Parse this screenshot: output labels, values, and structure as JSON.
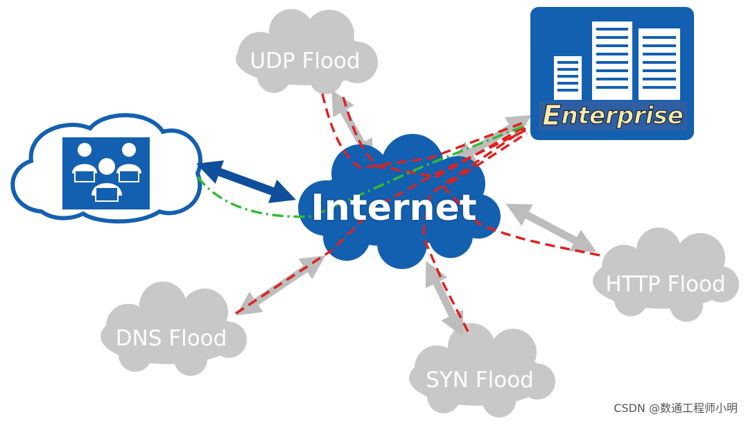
{
  "internet": {
    "label": "Internet"
  },
  "enterprise": {
    "label": "Enterprise",
    "first_letter": "E",
    "rest": "nterprise"
  },
  "attacks": [
    {
      "id": "udp",
      "label": "UDP Flood"
    },
    {
      "id": "http",
      "label": "HTTP Flood"
    },
    {
      "id": "dns",
      "label": "DNS Flood"
    },
    {
      "id": "syn",
      "label": "SYN Flood"
    }
  ],
  "watermark": "CSDN @数通工程师小明",
  "colors": {
    "blue": "#1460b0",
    "dark_blue": "#0f4f9c",
    "attack_cloud": "#c8c8c8",
    "attack_arrow": "#bdbdbd",
    "attack_path": "#e02020",
    "legit_path": "#33bb33"
  }
}
